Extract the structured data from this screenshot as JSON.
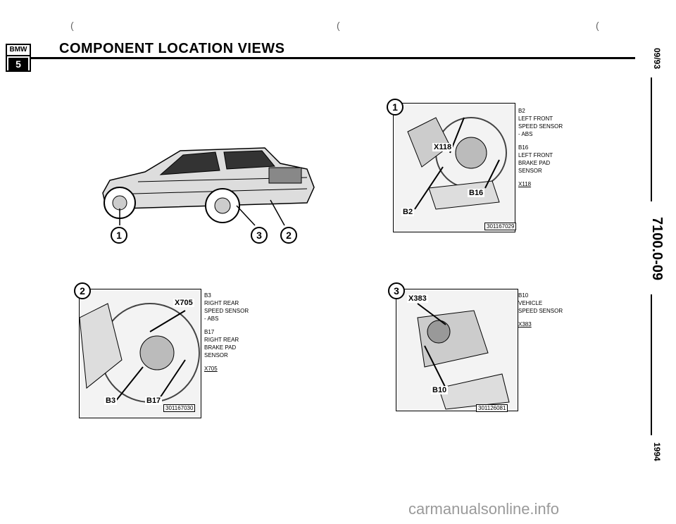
{
  "header": {
    "logo_top": "BMW",
    "logo_bottom": "5",
    "title": "COMPONENT LOCATION VIEWS"
  },
  "margin": {
    "date": "09/93",
    "doc_no": "7100.0-09",
    "year": "1994"
  },
  "car_view": {
    "callouts": [
      "1",
      "3",
      "2"
    ]
  },
  "figures": [
    {
      "number": "1",
      "labels": [
        "X118",
        "B16",
        "B2"
      ],
      "part_no": "301167029",
      "caption": [
        [
          "B2",
          "LEFT FRONT",
          "SPEED SENSOR",
          "- ABS"
        ],
        [
          "B16",
          "LEFT FRONT",
          "BRAKE PAD",
          "SENSOR"
        ],
        [
          "X118"
        ]
      ]
    },
    {
      "number": "2",
      "labels": [
        "X705",
        "B3",
        "B17"
      ],
      "part_no": "301167030",
      "caption": [
        [
          "B3",
          "RIGHT REAR",
          "SPEED SENSOR",
          "- ABS"
        ],
        [
          "B17",
          "RIGHT REAR",
          "BRAKE PAD",
          "SENSOR"
        ],
        [
          "X705"
        ]
      ]
    },
    {
      "number": "3",
      "labels": [
        "X383",
        "B10"
      ],
      "part_no": "301126081",
      "caption": [
        [
          "B10",
          "VEHICLE",
          "SPEED SENSOR"
        ],
        [
          "X383"
        ]
      ]
    }
  ],
  "watermark": "carmanualsonline.info"
}
